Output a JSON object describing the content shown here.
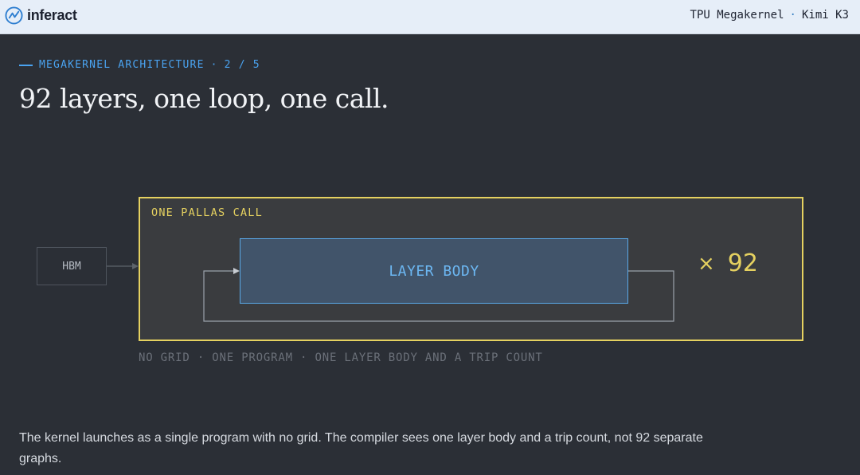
{
  "header": {
    "brand": "inferact",
    "brand_icon": "inferact-logo-icon",
    "context_left": "TPU Megakernel",
    "context_sep": "·",
    "context_right": "Kimi K3"
  },
  "slide": {
    "eyebrow_label": "MEGAKERNEL ARCHITECTURE",
    "eyebrow_sep": "·",
    "eyebrow_progress": "2 / 5",
    "title": "92 layers, one loop, one call."
  },
  "diagram": {
    "hbm_label": "HBM",
    "pallas_label": "ONE PALLAS CALL",
    "layer_body_label": "LAYER BODY",
    "repeat_symbol": "×",
    "repeat_count": "92",
    "caption": "NO GRID · ONE PROGRAM · ONE LAYER BODY AND A TRIP COUNT"
  },
  "description": "The kernel launches as a single program with no grid. The compiler sees one layer body and a trip count, not 92 separate graphs.",
  "colors": {
    "accent_blue": "#4aa3f0",
    "accent_yellow": "#e5d160",
    "background": "#2b2f36",
    "topbar": "#e6eef8"
  }
}
